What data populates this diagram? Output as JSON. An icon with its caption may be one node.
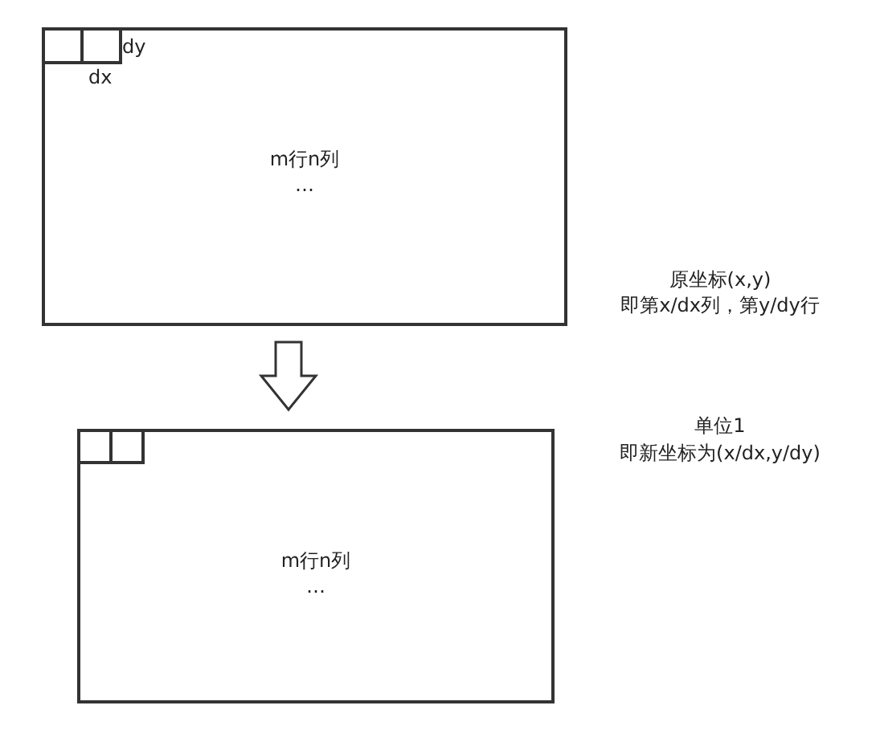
{
  "diagram": {
    "nodes": [
      {
        "text": [
          "m行n列",
          "…"
        ]
      },
      {
        "text": [],
        "shape": "box",
        "in": 0
      },
      {
        "text": [],
        "shape": "box",
        "in": 0
      },
      {
        "text": [
          "m行n列",
          "…"
        ]
      },
      {
        "text": [],
        "shape": "box",
        "in": 3
      },
      {
        "text": [],
        "shape": "box",
        "in": 3
      }
    ],
    "edges": [
      {
        "from": 0,
        "to": 3,
        "arrow": "to"
      }
    ],
    "labels": [
      "dy",
      "dx",
      "原坐标(x,y)",
      "即第x/dx列，第y/dy行",
      "单位1",
      "即新坐标为(x/dx,y/dy)"
    ]
  }
}
